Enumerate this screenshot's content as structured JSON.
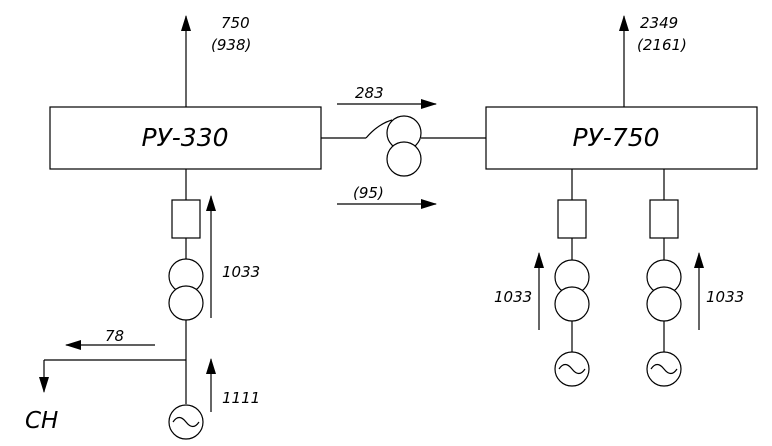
{
  "ru330": {
    "label": "РУ-330"
  },
  "ru750": {
    "label": "РУ-750"
  },
  "flows": {
    "ru330_out": "750",
    "ru330_out_alt": "(938)",
    "ru750_out": "2349",
    "ru750_out_alt": "(2161)",
    "tie_top": "283",
    "tie_bottom": "(95)",
    "gen330_block": "1033",
    "aux": "78",
    "gen330": "1111",
    "gen750_left": "1033",
    "gen750_right": "1033"
  },
  "aux_label": "СН"
}
